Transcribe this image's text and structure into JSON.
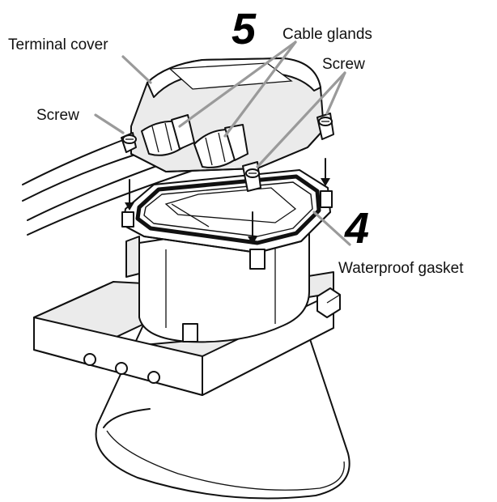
{
  "labels": {
    "terminal_cover": "Terminal cover",
    "cable_glands": "Cable glands",
    "screw_left": "Screw",
    "screw_right": "Screw",
    "waterproof_gasket": "Waterproof gasket"
  },
  "steps": {
    "five": "5",
    "four": "4"
  },
  "colors": {
    "line": "#111111",
    "leader": "#9a9a9a",
    "shade": "#ebebeb"
  }
}
